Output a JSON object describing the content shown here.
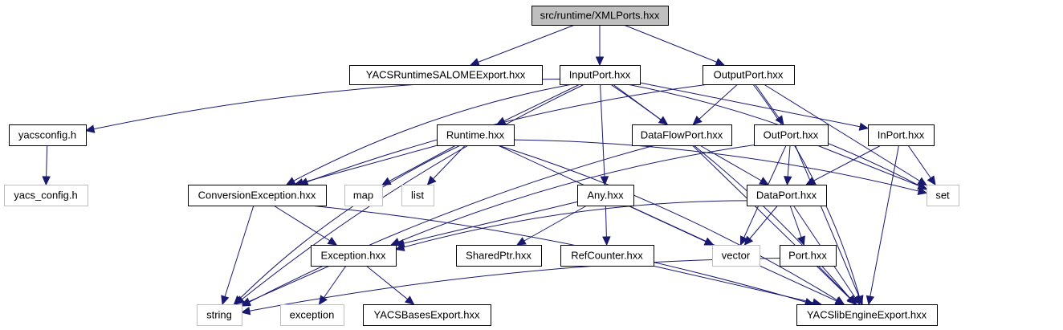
{
  "graph": {
    "title": "src/runtime/XMLPorts.hxx",
    "edge_color": "#191970",
    "root_fill": "#bfbfbf",
    "external_border": "#bfbfbf",
    "nodes": [
      {
        "id": "xmlports",
        "label": "src/runtime/XMLPorts.hxx",
        "kind": "root"
      },
      {
        "id": "yacsrtsalome",
        "label": "YACSRuntimeSALOMEExport.hxx",
        "kind": "header"
      },
      {
        "id": "inputport",
        "label": "InputPort.hxx",
        "kind": "header"
      },
      {
        "id": "outputport",
        "label": "OutputPort.hxx",
        "kind": "header"
      },
      {
        "id": "yacsconfig",
        "label": "yacsconfig.h",
        "kind": "header"
      },
      {
        "id": "yacs_config",
        "label": "yacs_config.h",
        "kind": "external"
      },
      {
        "id": "runtime",
        "label": "Runtime.hxx",
        "kind": "header"
      },
      {
        "id": "dataflowport",
        "label": "DataFlowPort.hxx",
        "kind": "header"
      },
      {
        "id": "outport",
        "label": "OutPort.hxx",
        "kind": "header"
      },
      {
        "id": "inport",
        "label": "InPort.hxx",
        "kind": "header"
      },
      {
        "id": "convexc",
        "label": "ConversionException.hxx",
        "kind": "header"
      },
      {
        "id": "map",
        "label": "map",
        "kind": "external"
      },
      {
        "id": "list",
        "label": "list",
        "kind": "external"
      },
      {
        "id": "any",
        "label": "Any.hxx",
        "kind": "header"
      },
      {
        "id": "dataport",
        "label": "DataPort.hxx",
        "kind": "header"
      },
      {
        "id": "set",
        "label": "set",
        "kind": "external"
      },
      {
        "id": "exception_hxx",
        "label": "Exception.hxx",
        "kind": "header"
      },
      {
        "id": "sharedptr",
        "label": "SharedPtr.hxx",
        "kind": "header"
      },
      {
        "id": "refcounter",
        "label": "RefCounter.hxx",
        "kind": "header"
      },
      {
        "id": "vector",
        "label": "vector",
        "kind": "external"
      },
      {
        "id": "port",
        "label": "Port.hxx",
        "kind": "header"
      },
      {
        "id": "string",
        "label": "string",
        "kind": "external"
      },
      {
        "id": "exception",
        "label": "exception",
        "kind": "external"
      },
      {
        "id": "yacsbases",
        "label": "YACSBasesExport.hxx",
        "kind": "header"
      },
      {
        "id": "yacslibengine",
        "label": "YACSlibEngineExport.hxx",
        "kind": "header"
      }
    ],
    "edges": [
      {
        "from": "xmlports",
        "to": "yacsrtsalome"
      },
      {
        "from": "xmlports",
        "to": "inputport"
      },
      {
        "from": "xmlports",
        "to": "outputport"
      },
      {
        "from": "inputport",
        "to": "yacsconfig"
      },
      {
        "from": "inputport",
        "to": "runtime"
      },
      {
        "from": "inputport",
        "to": "dataflowport"
      },
      {
        "from": "inputport",
        "to": "inport"
      },
      {
        "from": "inputport",
        "to": "convexc"
      },
      {
        "from": "inputport",
        "to": "any"
      },
      {
        "from": "inputport",
        "to": "string"
      },
      {
        "from": "inputport",
        "to": "set"
      },
      {
        "from": "inputport",
        "to": "yacslibengine"
      },
      {
        "from": "outputport",
        "to": "dataflowport"
      },
      {
        "from": "outputport",
        "to": "outport"
      },
      {
        "from": "outputport",
        "to": "convexc"
      },
      {
        "from": "outputport",
        "to": "set"
      },
      {
        "from": "outputport",
        "to": "yacslibengine"
      },
      {
        "from": "yacsconfig",
        "to": "yacs_config"
      },
      {
        "from": "runtime",
        "to": "convexc"
      },
      {
        "from": "runtime",
        "to": "map"
      },
      {
        "from": "runtime",
        "to": "list"
      },
      {
        "from": "runtime",
        "to": "string"
      },
      {
        "from": "runtime",
        "to": "set"
      },
      {
        "from": "runtime",
        "to": "vector"
      },
      {
        "from": "runtime",
        "to": "yacslibengine"
      },
      {
        "from": "dataflowport",
        "to": "dataport"
      },
      {
        "from": "dataflowport",
        "to": "string"
      },
      {
        "from": "dataflowport",
        "to": "yacslibengine"
      },
      {
        "from": "outport",
        "to": "dataport"
      },
      {
        "from": "outport",
        "to": "set"
      },
      {
        "from": "outport",
        "to": "vector"
      },
      {
        "from": "outport",
        "to": "exception_hxx"
      },
      {
        "from": "outport",
        "to": "yacslibengine"
      },
      {
        "from": "inport",
        "to": "dataport"
      },
      {
        "from": "inport",
        "to": "set"
      },
      {
        "from": "inport",
        "to": "yacslibengine"
      },
      {
        "from": "convexc",
        "to": "exception_hxx"
      },
      {
        "from": "convexc",
        "to": "string"
      },
      {
        "from": "convexc",
        "to": "yacslibengine"
      },
      {
        "from": "any",
        "to": "exception_hxx"
      },
      {
        "from": "any",
        "to": "sharedptr"
      },
      {
        "from": "any",
        "to": "refcounter"
      },
      {
        "from": "any",
        "to": "vector"
      },
      {
        "from": "any",
        "to": "yacslibengine"
      },
      {
        "from": "dataport",
        "to": "exception_hxx"
      },
      {
        "from": "dataport",
        "to": "vector"
      },
      {
        "from": "dataport",
        "to": "port"
      },
      {
        "from": "dataport",
        "to": "yacslibengine"
      },
      {
        "from": "exception_hxx",
        "to": "string"
      },
      {
        "from": "exception_hxx",
        "to": "exception"
      },
      {
        "from": "exception_hxx",
        "to": "yacsbases"
      },
      {
        "from": "refcounter",
        "to": "yacslibengine"
      },
      {
        "from": "port",
        "to": "string"
      },
      {
        "from": "port",
        "to": "yacslibengine"
      }
    ]
  }
}
